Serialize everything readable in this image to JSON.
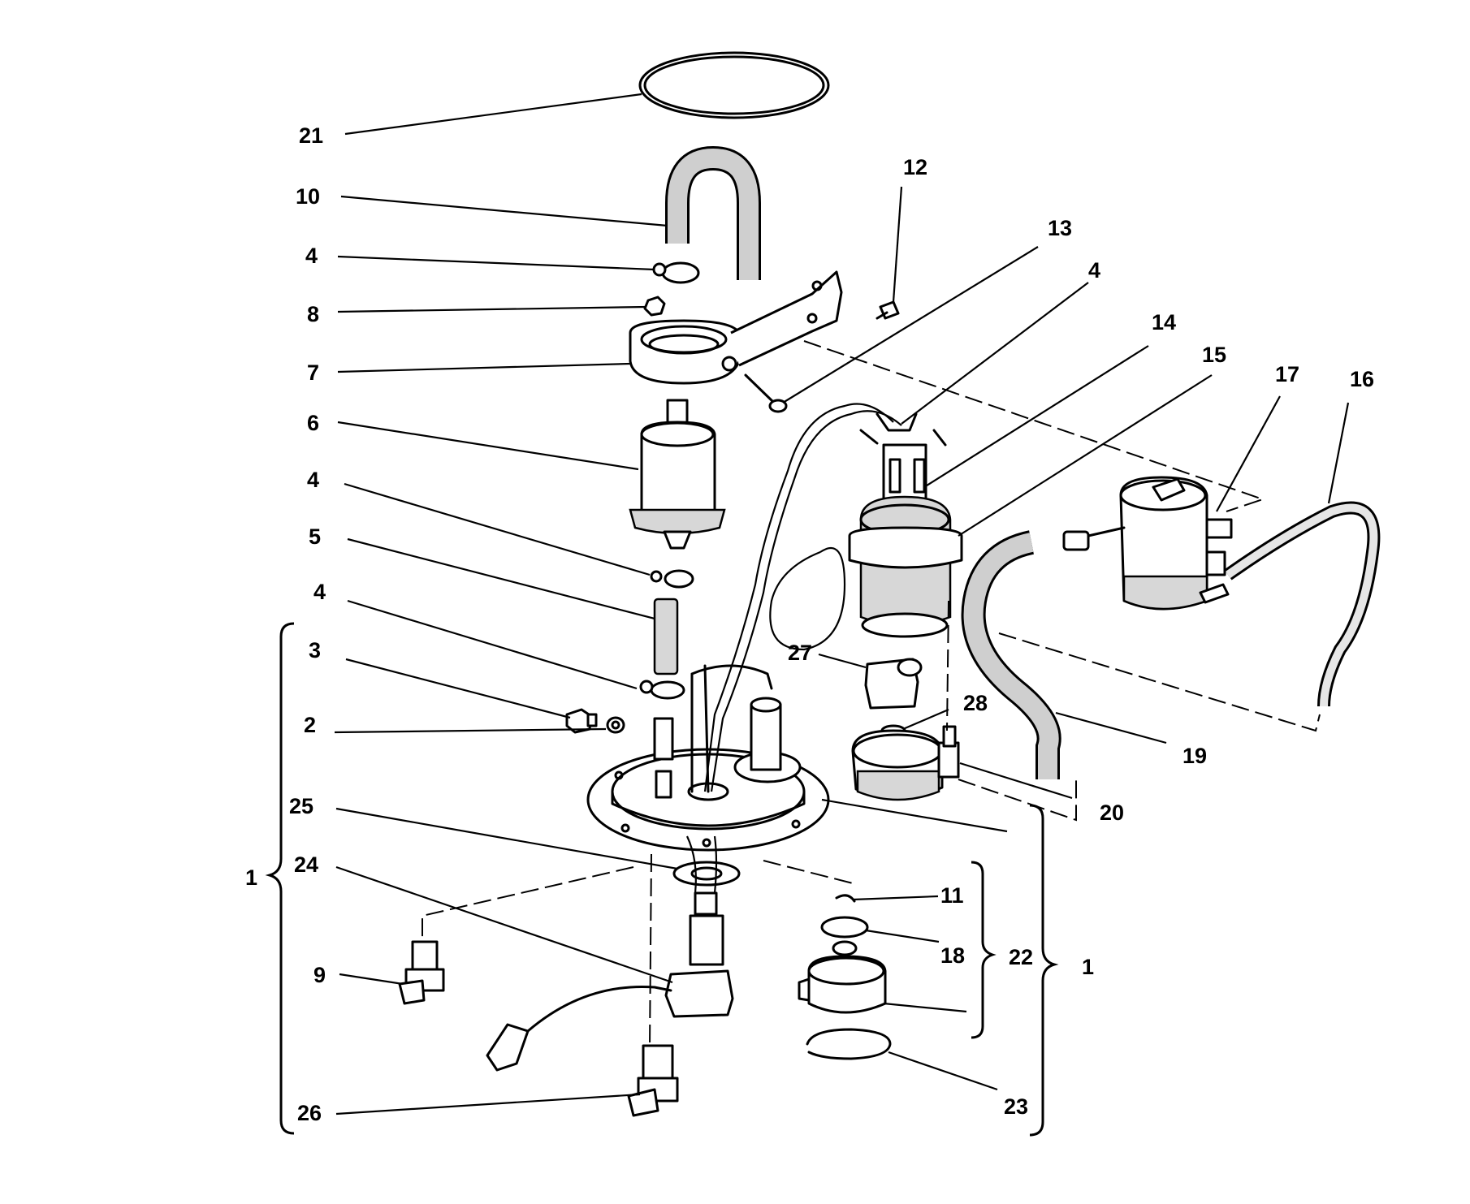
{
  "labels": {
    "l21": "21",
    "l10": "10",
    "l12": "12",
    "l13": "13",
    "l4a": "4",
    "l4b": "4",
    "l4c": "4",
    "l4d": "4",
    "l8": "8",
    "l7": "7",
    "l6": "6",
    "l5": "5",
    "l14": "14",
    "l15": "15",
    "l17": "17",
    "l16": "16",
    "l3": "3",
    "l2": "2",
    "l27": "27",
    "l28": "28",
    "l19": "19",
    "l20": "20",
    "l25": "25",
    "l24": "24",
    "l1a": "1",
    "l1b": "1",
    "l11": "11",
    "l18": "18",
    "l22": "22",
    "l9": "9",
    "l23": "23",
    "l26": "26"
  }
}
